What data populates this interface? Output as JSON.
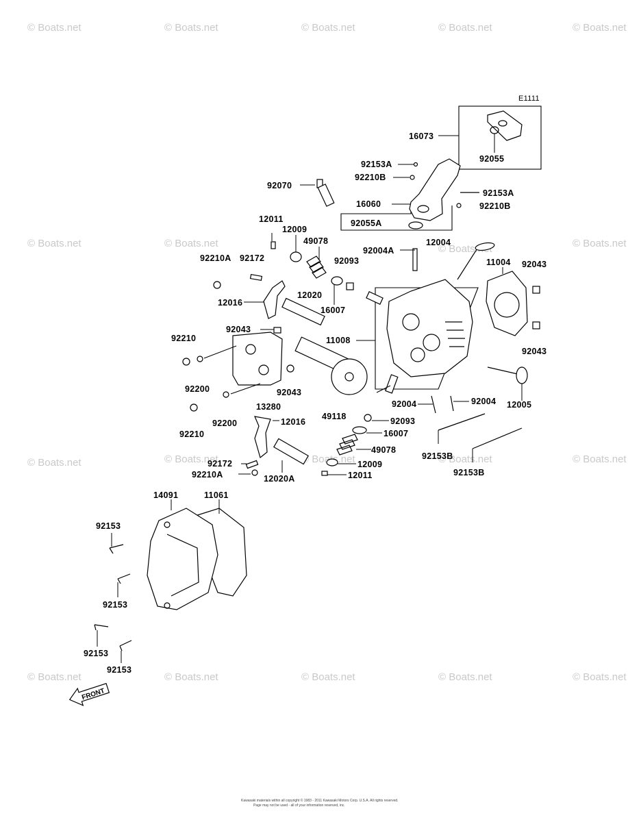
{
  "diagram_code": "E1111",
  "watermark_text": "© Boats.net",
  "front_label": "FRONT",
  "footer": {
    "line1": "Kawasaki materials within all copyright © 1983 - 2011 Kawasaki Motors Corp. U.S.A. All rights reserved.",
    "line2": "Page may not be used - all of your information reserved, inc."
  },
  "labels": {
    "l16073": "16073",
    "l92055": "92055",
    "l92153A_top": "92153A",
    "l92210B_top": "92210B",
    "l92153A_right": "92153A",
    "l16060": "16060",
    "l92210B_right": "92210B",
    "l92055A": "92055A",
    "l92070": "92070",
    "l12011_top": "12011",
    "l12009_top": "12009",
    "l49078_top": "49078",
    "l92004A": "92004A",
    "l12004": "12004",
    "l11004": "11004",
    "l92043_right_top": "92043",
    "l92210A_top": "92210A",
    "l92172_top": "92172",
    "l92093_top": "92093",
    "l12016_top": "12016",
    "l12020_top": "12020",
    "l16007_top": "16007",
    "l92043_left": "92043",
    "l11008": "11008",
    "l92210_top": "92210",
    "l92043_right_bottom": "92043",
    "l92200_a": "92200",
    "l92043_mid": "92043",
    "l13280": "13280",
    "l92004_a": "92004",
    "l92004_b": "92004",
    "l12005": "12005",
    "l49118": "49118",
    "l92210_bottom": "92210",
    "l92200_b": "92200",
    "l12016_bottom": "12016",
    "l92093_bottom": "92093",
    "l16007_bottom": "16007",
    "l92153B_a": "92153B",
    "l49078_bottom": "49078",
    "l92172_bottom": "92172",
    "l12009_bottom": "12009",
    "l92153B_b": "92153B",
    "l92210A_bottom": "92210A",
    "l12020A": "12020A",
    "l12011_bottom": "12011",
    "l14091": "14091",
    "l11061": "11061",
    "l92153_a": "92153",
    "l92153_b": "92153",
    "l92153_c": "92153",
    "l92153_d": "92153"
  }
}
